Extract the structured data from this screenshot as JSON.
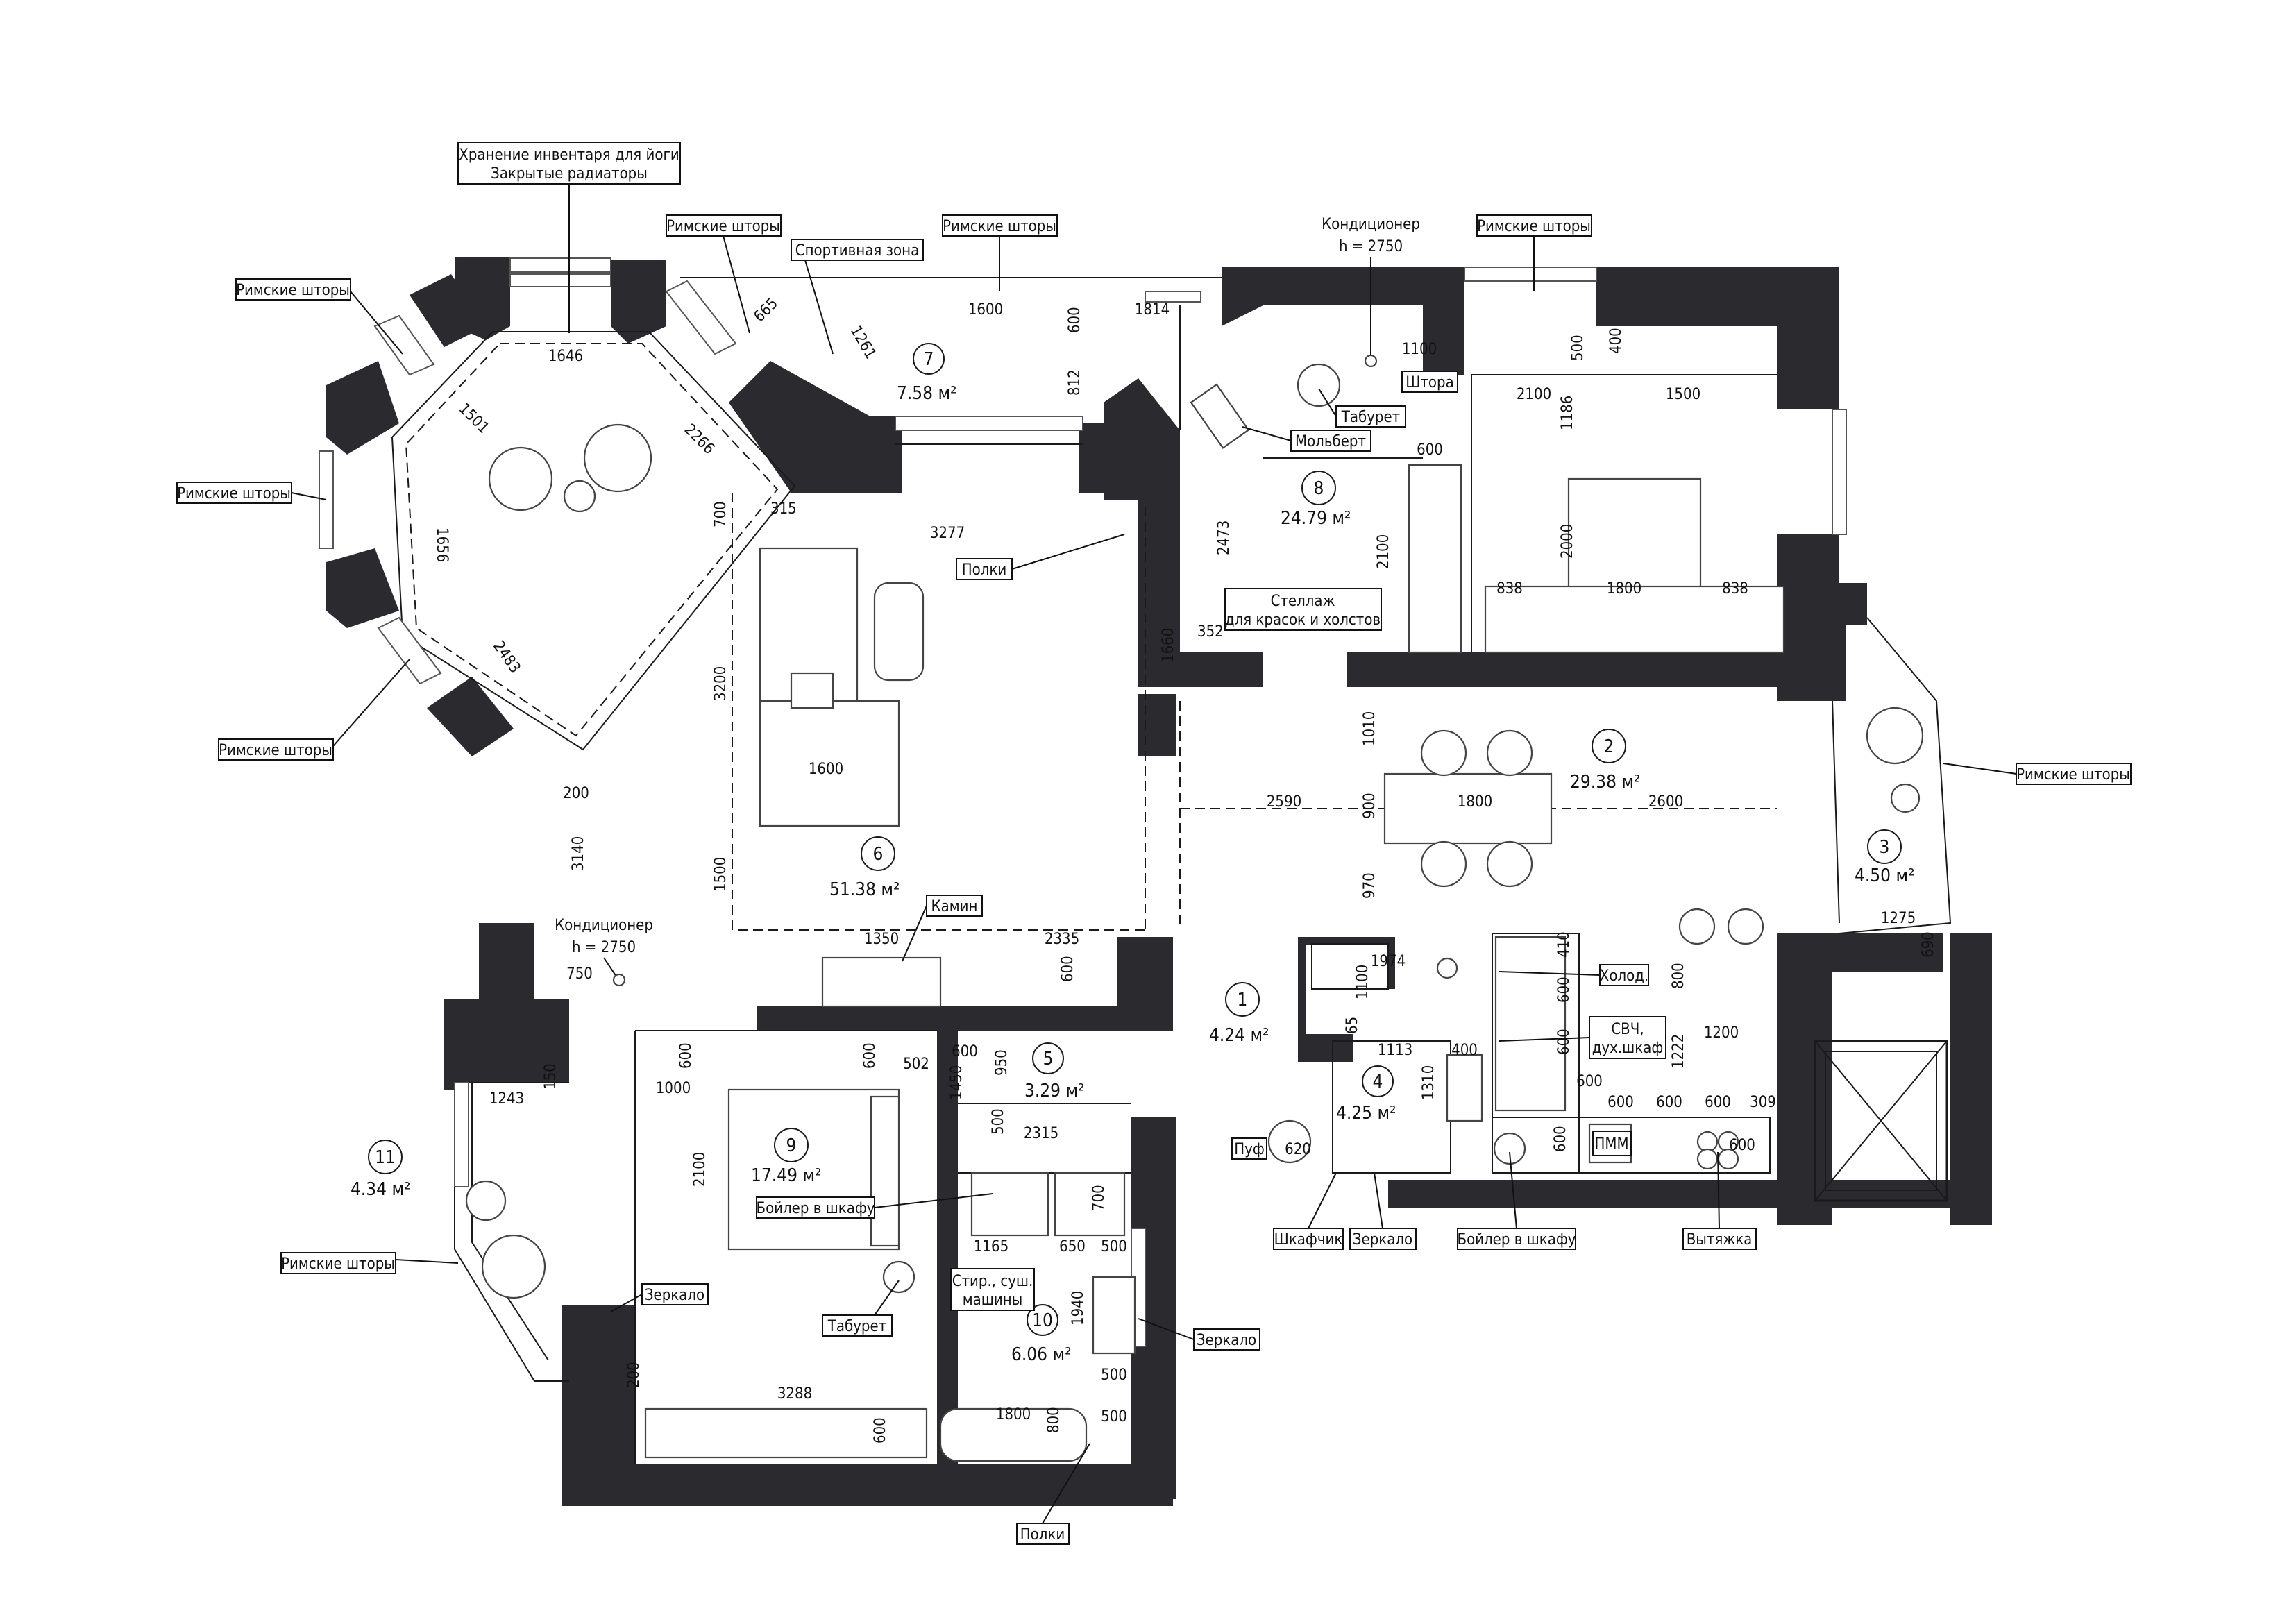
{
  "rooms": [
    {
      "num": "1",
      "area": "4.24 м²"
    },
    {
      "num": "2",
      "area": "29.38 м²"
    },
    {
      "num": "3",
      "area": "4.50 м²"
    },
    {
      "num": "4",
      "area": "4.25 м²"
    },
    {
      "num": "5",
      "area": "3.29 м²"
    },
    {
      "num": "6",
      "area": "51.38 м²"
    },
    {
      "num": "7",
      "area": "7.58 м²"
    },
    {
      "num": "8",
      "area": "24.79 м²"
    },
    {
      "num": "9",
      "area": "17.49 м²"
    },
    {
      "num": "10",
      "area": "6.06 м²"
    },
    {
      "num": "11",
      "area": "4.34 м²"
    }
  ],
  "callouts": {
    "yoga_line1": "Хранение инвентаря для йоги",
    "yoga_line2": "Закрытые радиаторы",
    "roman_blinds": "Римские шторы",
    "sport_zone": "Спортивная зона",
    "ac": "Кондиционер",
    "ac_height": "h = 2750",
    "shelves": "Полки",
    "fireplace": "Камин",
    "easel": "Мольберт",
    "stool": "Табурет",
    "curtain": "Штора",
    "rack_line1": "Стеллаж",
    "rack_line2": "для красок и холстов",
    "fridge": "Холод.",
    "microwave_line1": "СВЧ,",
    "microwave_line2": "дух.шкаф",
    "dishwasher": "ПММ",
    "hood": "Вытяжка",
    "boiler_closet": "Бойлер в шкафу",
    "mirror": "Зеркало",
    "cabinet": "Шкафчик",
    "pouf": "Пуф",
    "washer_line1": "Стир., суш.",
    "washer_line2": "машины"
  },
  "dims": {
    "d1646": "1646",
    "d1501": "1501",
    "d2266": "2266",
    "d1656": "1656",
    "d2483": "2483",
    "d315": "315",
    "d700": "700",
    "d665": "665",
    "d1261": "1261",
    "d1600": "1600",
    "d600": "600",
    "d812": "812",
    "d1814": "1814",
    "d3277": "3277",
    "d3200": "3200",
    "d1500": "1500",
    "d1350": "1350",
    "d2335": "2335",
    "d200": "200",
    "d3140": "3140",
    "d750": "750",
    "d1100": "1100",
    "d500": "500",
    "d400": "400",
    "d2100": "2100",
    "d1500b": "1500",
    "d1186": "1186",
    "d2473": "2473",
    "d352": "352",
    "d1660": "1660",
    "d838": "838",
    "d2000": "2000",
    "d1800": "1800",
    "d1010": "1010",
    "d2590": "2590",
    "d900": "900",
    "d2600": "2600",
    "d970": "970",
    "d1275": "1275",
    "d690": "690",
    "d1974": "1974",
    "d410": "410",
    "d65": "65",
    "d1113": "1113",
    "d1310": "1310",
    "d950": "950",
    "d1450": "1450",
    "d2315": "2315",
    "d502": "502",
    "d1000": "1000",
    "d1243": "1243",
    "d150": "150",
    "d1165": "1165",
    "d650": "650",
    "d1940": "1940",
    "d3288": "3288",
    "d800": "800",
    "d1200": "1200",
    "d1222": "1222",
    "d309": "309",
    "d620": "620"
  }
}
